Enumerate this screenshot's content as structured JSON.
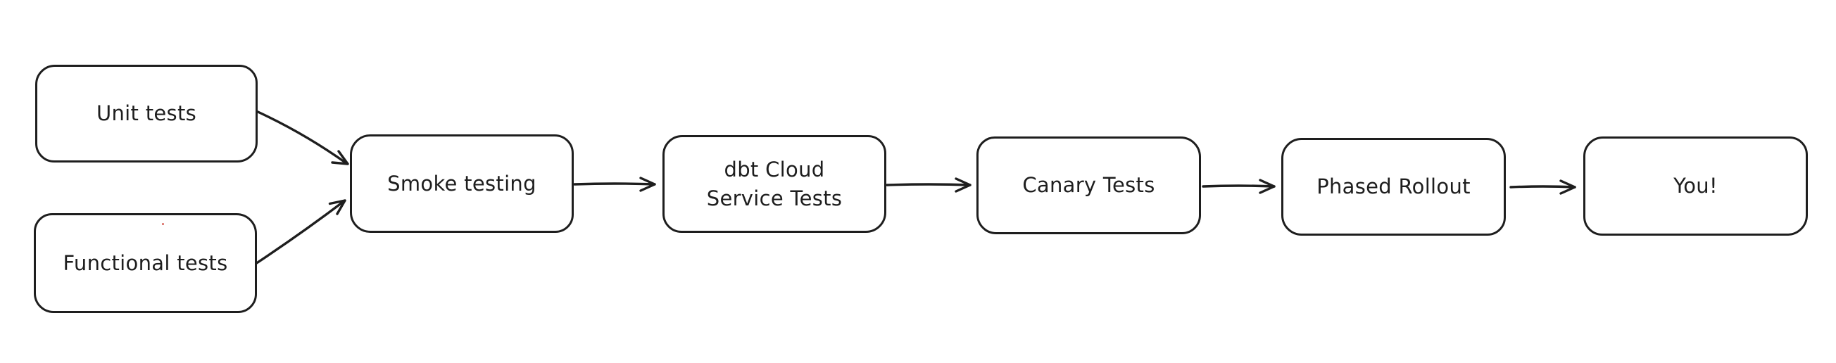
{
  "diagram": {
    "background_color": "#ffffff",
    "stroke_color": "#1e1e1e",
    "text_color": "#1e1e1e",
    "nodes": [
      {
        "id": "unit-tests",
        "label": "Unit tests"
      },
      {
        "id": "functional-tests",
        "label": "Functional tests"
      },
      {
        "id": "smoke-testing",
        "label": "Smoke testing"
      },
      {
        "id": "dbt-cloud-service-tests",
        "label": "dbt Cloud\nService Tests"
      },
      {
        "id": "canary-tests",
        "label": "Canary Tests"
      },
      {
        "id": "phased-rollout",
        "label": "Phased Rollout"
      },
      {
        "id": "you",
        "label": "You!"
      }
    ],
    "edges": [
      {
        "from": "unit-tests",
        "to": "smoke-testing"
      },
      {
        "from": "functional-tests",
        "to": "smoke-testing"
      },
      {
        "from": "smoke-testing",
        "to": "dbt-cloud-service-tests"
      },
      {
        "from": "dbt-cloud-service-tests",
        "to": "canary-tests"
      },
      {
        "from": "canary-tests",
        "to": "phased-rollout"
      },
      {
        "from": "phased-rollout",
        "to": "you"
      }
    ]
  }
}
